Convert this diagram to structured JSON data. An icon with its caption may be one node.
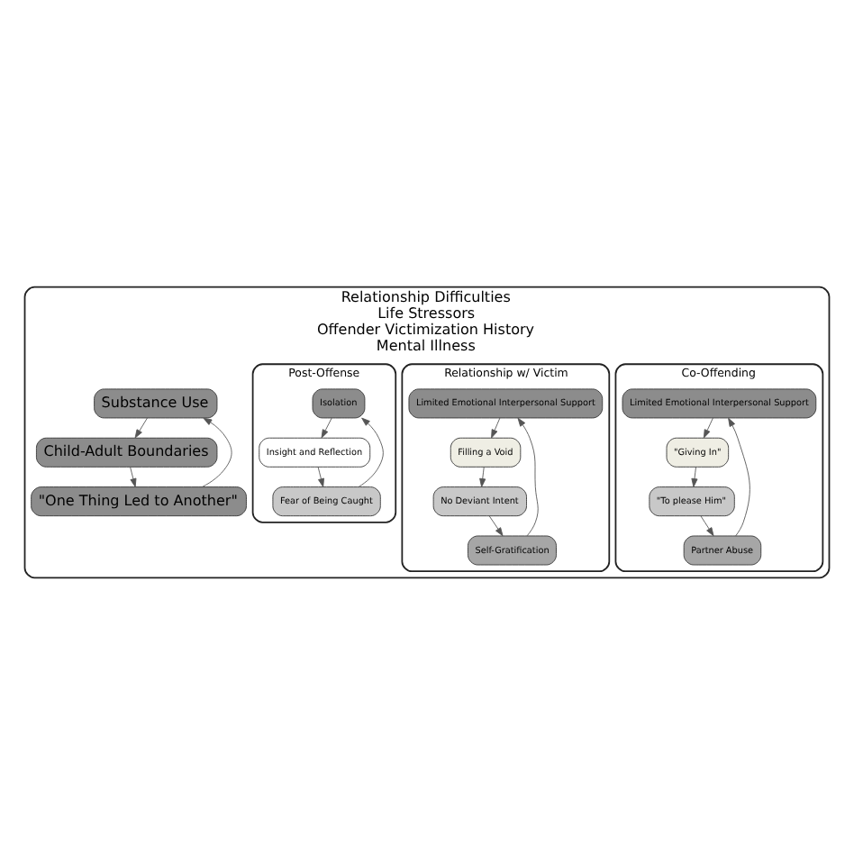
{
  "diagram": {
    "nodes": [
      {
        "text": [
          "Relationship Difficulties",
          "Life Stressors",
          "Offender Victimization History",
          "Mental Illness"
        ]
      },
      {
        "text": [
          "Substance Use"
        ],
        "in": 0
      },
      {
        "text": [
          "Child-Adult Boundaries"
        ],
        "in": 0
      },
      {
        "text": [
          "\"One Thing Led to Another\""
        ],
        "in": 0
      },
      {
        "text": [
          "Co-Offending"
        ],
        "in": 0
      },
      {
        "text": [
          "Limited Emotional Interpersonal Support"
        ],
        "in": 4
      },
      {
        "text": [
          "\"Giving In\""
        ],
        "in": 4
      },
      {
        "text": [
          "\"To please Him\""
        ],
        "in": 4
      },
      {
        "text": [
          "Partner Abuse"
        ],
        "in": 4
      },
      {
        "text": [
          "Relationship w/ Victim"
        ],
        "in": 0
      },
      {
        "text": [
          "Limited Emotional Interpersonal Support"
        ],
        "in": 9
      },
      {
        "text": [
          "Filling a Void"
        ],
        "in": 9
      },
      {
        "text": [
          "No Deviant Intent"
        ],
        "in": 9
      },
      {
        "text": [
          "Self-Gratification"
        ],
        "in": 9
      },
      {
        "text": [
          "Post-Offense"
        ],
        "in": 0
      },
      {
        "text": [
          "Isolation"
        ],
        "in": 14
      },
      {
        "text": [
          "Insight and Reflection"
        ],
        "in": 14
      },
      {
        "text": [
          "Fear of Being Caught"
        ],
        "in": 14
      }
    ],
    "edges": [
      {
        "from": 1,
        "to": 2,
        "arrow": "to"
      },
      {
        "from": 2,
        "to": 3,
        "arrow": "to"
      },
      {
        "from": 3,
        "to": 1,
        "arrow": "to"
      },
      {
        "from": 5,
        "to": 6,
        "arrow": "to"
      },
      {
        "from": 6,
        "to": 7,
        "arrow": "to"
      },
      {
        "from": 7,
        "to": 8,
        "arrow": "to"
      },
      {
        "from": 8,
        "to": 5,
        "arrow": "to"
      },
      {
        "from": 10,
        "to": 11,
        "arrow": "to"
      },
      {
        "from": 11,
        "to": 12,
        "arrow": "to"
      },
      {
        "from": 12,
        "to": 13,
        "arrow": "to"
      },
      {
        "from": 13,
        "to": 10,
        "arrow": "to"
      },
      {
        "from": 15,
        "to": 16,
        "arrow": "to"
      },
      {
        "from": 16,
        "to": 17,
        "arrow": "to"
      },
      {
        "from": 17,
        "to": 15,
        "arrow": "to"
      }
    ]
  }
}
